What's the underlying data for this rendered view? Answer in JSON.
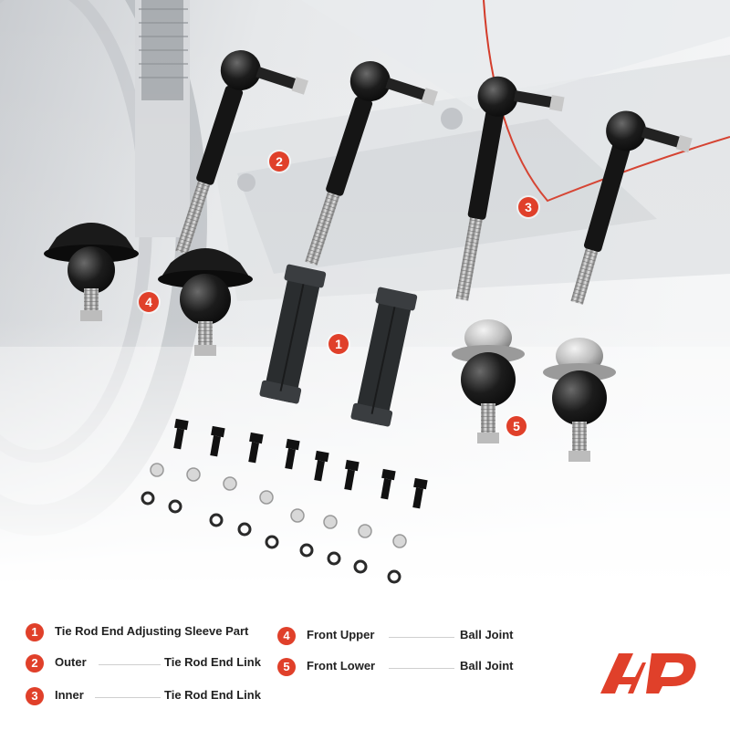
{
  "badges": {
    "b1": "1",
    "b2": "2",
    "b3": "3",
    "b4": "4",
    "b5": "5"
  },
  "legend": {
    "items": [
      {
        "num": "1",
        "part1": "Tie Rod End Adjusting Sleeve Part",
        "part2": ""
      },
      {
        "num": "2",
        "part1": "Outer",
        "part2": "Tie Rod End Link"
      },
      {
        "num": "3",
        "part1": "Inner",
        "part2": "Tie Rod End Link"
      },
      {
        "num": "4",
        "part1": "Front Upper",
        "part2": "Ball Joint"
      },
      {
        "num": "5",
        "part1": "Front Lower",
        "part2": "Ball Joint"
      }
    ]
  },
  "colors": {
    "accent": "#e0402a",
    "text": "#222222"
  },
  "logo": {
    "name": "brand-logo-icon"
  }
}
